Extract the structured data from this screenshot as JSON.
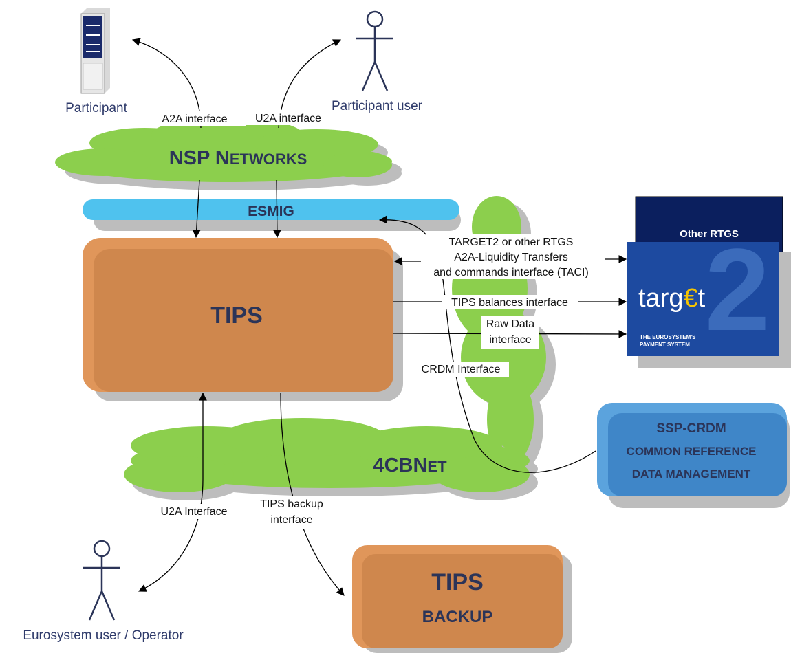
{
  "colors": {
    "cloud_green": "#8ccf4d",
    "shadow_gray": "#bdbdbd",
    "tips_orange": "#d0894e",
    "tips_orange_light": "#e0965a",
    "esmig_blue": "#4fc2ee",
    "other_rtgs_navy": "#0b1f5e",
    "target2_blue": "#1d4aa0",
    "crdm_blue": "#3f86c8",
    "text_navy": "#2b3458",
    "text_blue": "#3b4b7c"
  },
  "nodes": {
    "participant": "Participant",
    "participant_user": "Participant user",
    "nsp_networks": {
      "big1": "NSP N",
      "small1": "ETWORKS"
    },
    "esmig": "ESMIG",
    "tips": "TIPS",
    "fourcbnet": {
      "big": "4CBN",
      "small": "ET"
    },
    "tips_backup": {
      "line1": "TIPS",
      "line2": "BACKUP"
    },
    "eurosystem_user": "Eurosystem user / Operator",
    "other_rtgs": "Other RTGS",
    "target2": {
      "logo_text": "targ",
      "logo_e": "€",
      "logo_t": "t",
      "numeral": "2",
      "tagline1": "THE EUROSYSTEM'S",
      "tagline2": "PAYMENT SYSTEM"
    },
    "crdm": {
      "line1": "SSP-CRDM",
      "line2": "COMMON REFERENCE",
      "line3": "DATA MANAGEMENT"
    }
  },
  "edges": {
    "a2a_interface": "A2A interface",
    "u2a_interface_top": "U2A interface",
    "taci_line1": "TARGET2 or other RTGS",
    "taci_line2": "A2A-Liquidity Transfers",
    "taci_line3": "and commands interface (TACI)",
    "tips_balances": "TIPS balances interface",
    "raw_data_line1": "Raw Data",
    "raw_data_line2": "interface",
    "crdm_interface": "CRDM Interface",
    "u2a_interface_bottom": "U2A Interface",
    "backup_line1": "TIPS backup",
    "backup_line2": "interface"
  }
}
